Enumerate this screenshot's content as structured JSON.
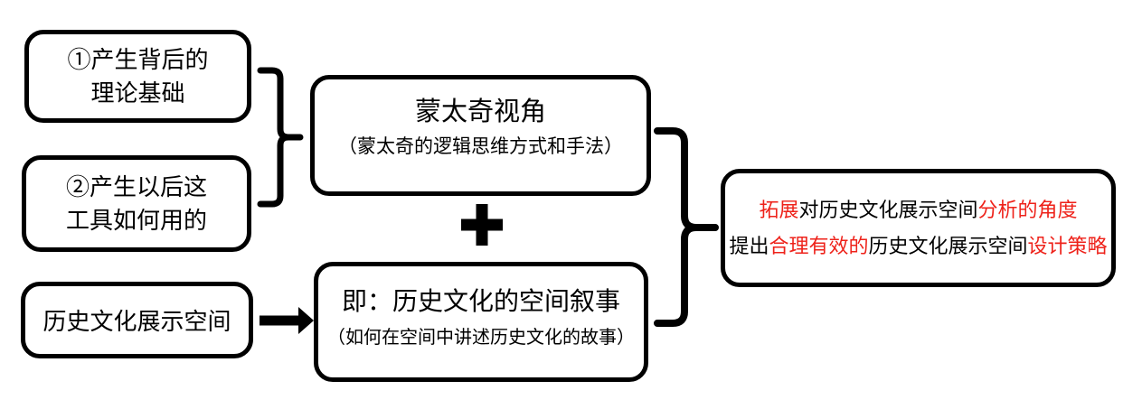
{
  "colors": {
    "red_accent": "#ee221a",
    "text": "#000000",
    "stroke": "#000000",
    "background": "#ffffff"
  },
  "boxes": {
    "theory": {
      "line1": "①产生背后的",
      "line2": "理论基础"
    },
    "usage": {
      "line1": "②产生以后这",
      "line2": "工具如何用的"
    },
    "space": {
      "label": "历史文化展示空间"
    },
    "montage": {
      "title": "蒙太奇视角",
      "subtitle": "（蒙太奇的逻辑思维方式和手法）"
    },
    "narrative": {
      "title": "即：历史文化的空间叙事",
      "subtitle": "（如何在空间中讲述历史文化的故事）"
    },
    "conclusion": {
      "line1": [
        {
          "text": "拓展",
          "emphasis": true
        },
        {
          "text": "对历史文化展示空间",
          "emphasis": false
        },
        {
          "text": "分析的角度",
          "emphasis": true
        }
      ],
      "line2": [
        {
          "text": "提出",
          "emphasis": false
        },
        {
          "text": "合理有效的",
          "emphasis": true
        },
        {
          "text": "历史文化展示空间",
          "emphasis": false
        },
        {
          "text": "设计策略",
          "emphasis": true
        }
      ]
    }
  },
  "connectors": {
    "plus_symbol": "+",
    "arrow_direction": "right",
    "left_brace_groups": "theory+usage -> montage",
    "right_brace_groups": "montage+narrative -> conclusion"
  }
}
